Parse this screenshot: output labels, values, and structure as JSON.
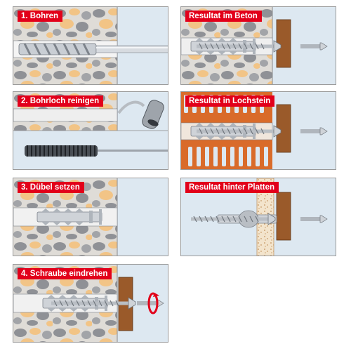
{
  "panels": {
    "bohren": {
      "label": "1. Bohren"
    },
    "reinigen": {
      "label": "2. Bohrloch reinigen"
    },
    "setzen": {
      "label": "3. Dübel setzen"
    },
    "eindrehen": {
      "label": "4. Schraube eindrehen"
    },
    "beton": {
      "label": "Resultat im Beton"
    },
    "lochstein": {
      "label": "Resultat in Lochstein"
    },
    "platten": {
      "label": "Resultat hinter Platten"
    }
  },
  "colors": {
    "label_bg": "#e2001a",
    "label_text": "#ffffff",
    "concrete_base": "#dfdcd7",
    "aggregate_stone": "#8f9196",
    "aggregate_sand": "#f2c486",
    "brick": "#d96b2a",
    "wood": "#9a5a2a",
    "air": "#dde8f1",
    "rotation_arrow": "#e2001a"
  },
  "icons": [
    "drill-bit-icon",
    "cleaning-brush-icon",
    "blow-pump-icon",
    "dowel-icon",
    "screw-icon",
    "rotation-arrow-icon"
  ]
}
